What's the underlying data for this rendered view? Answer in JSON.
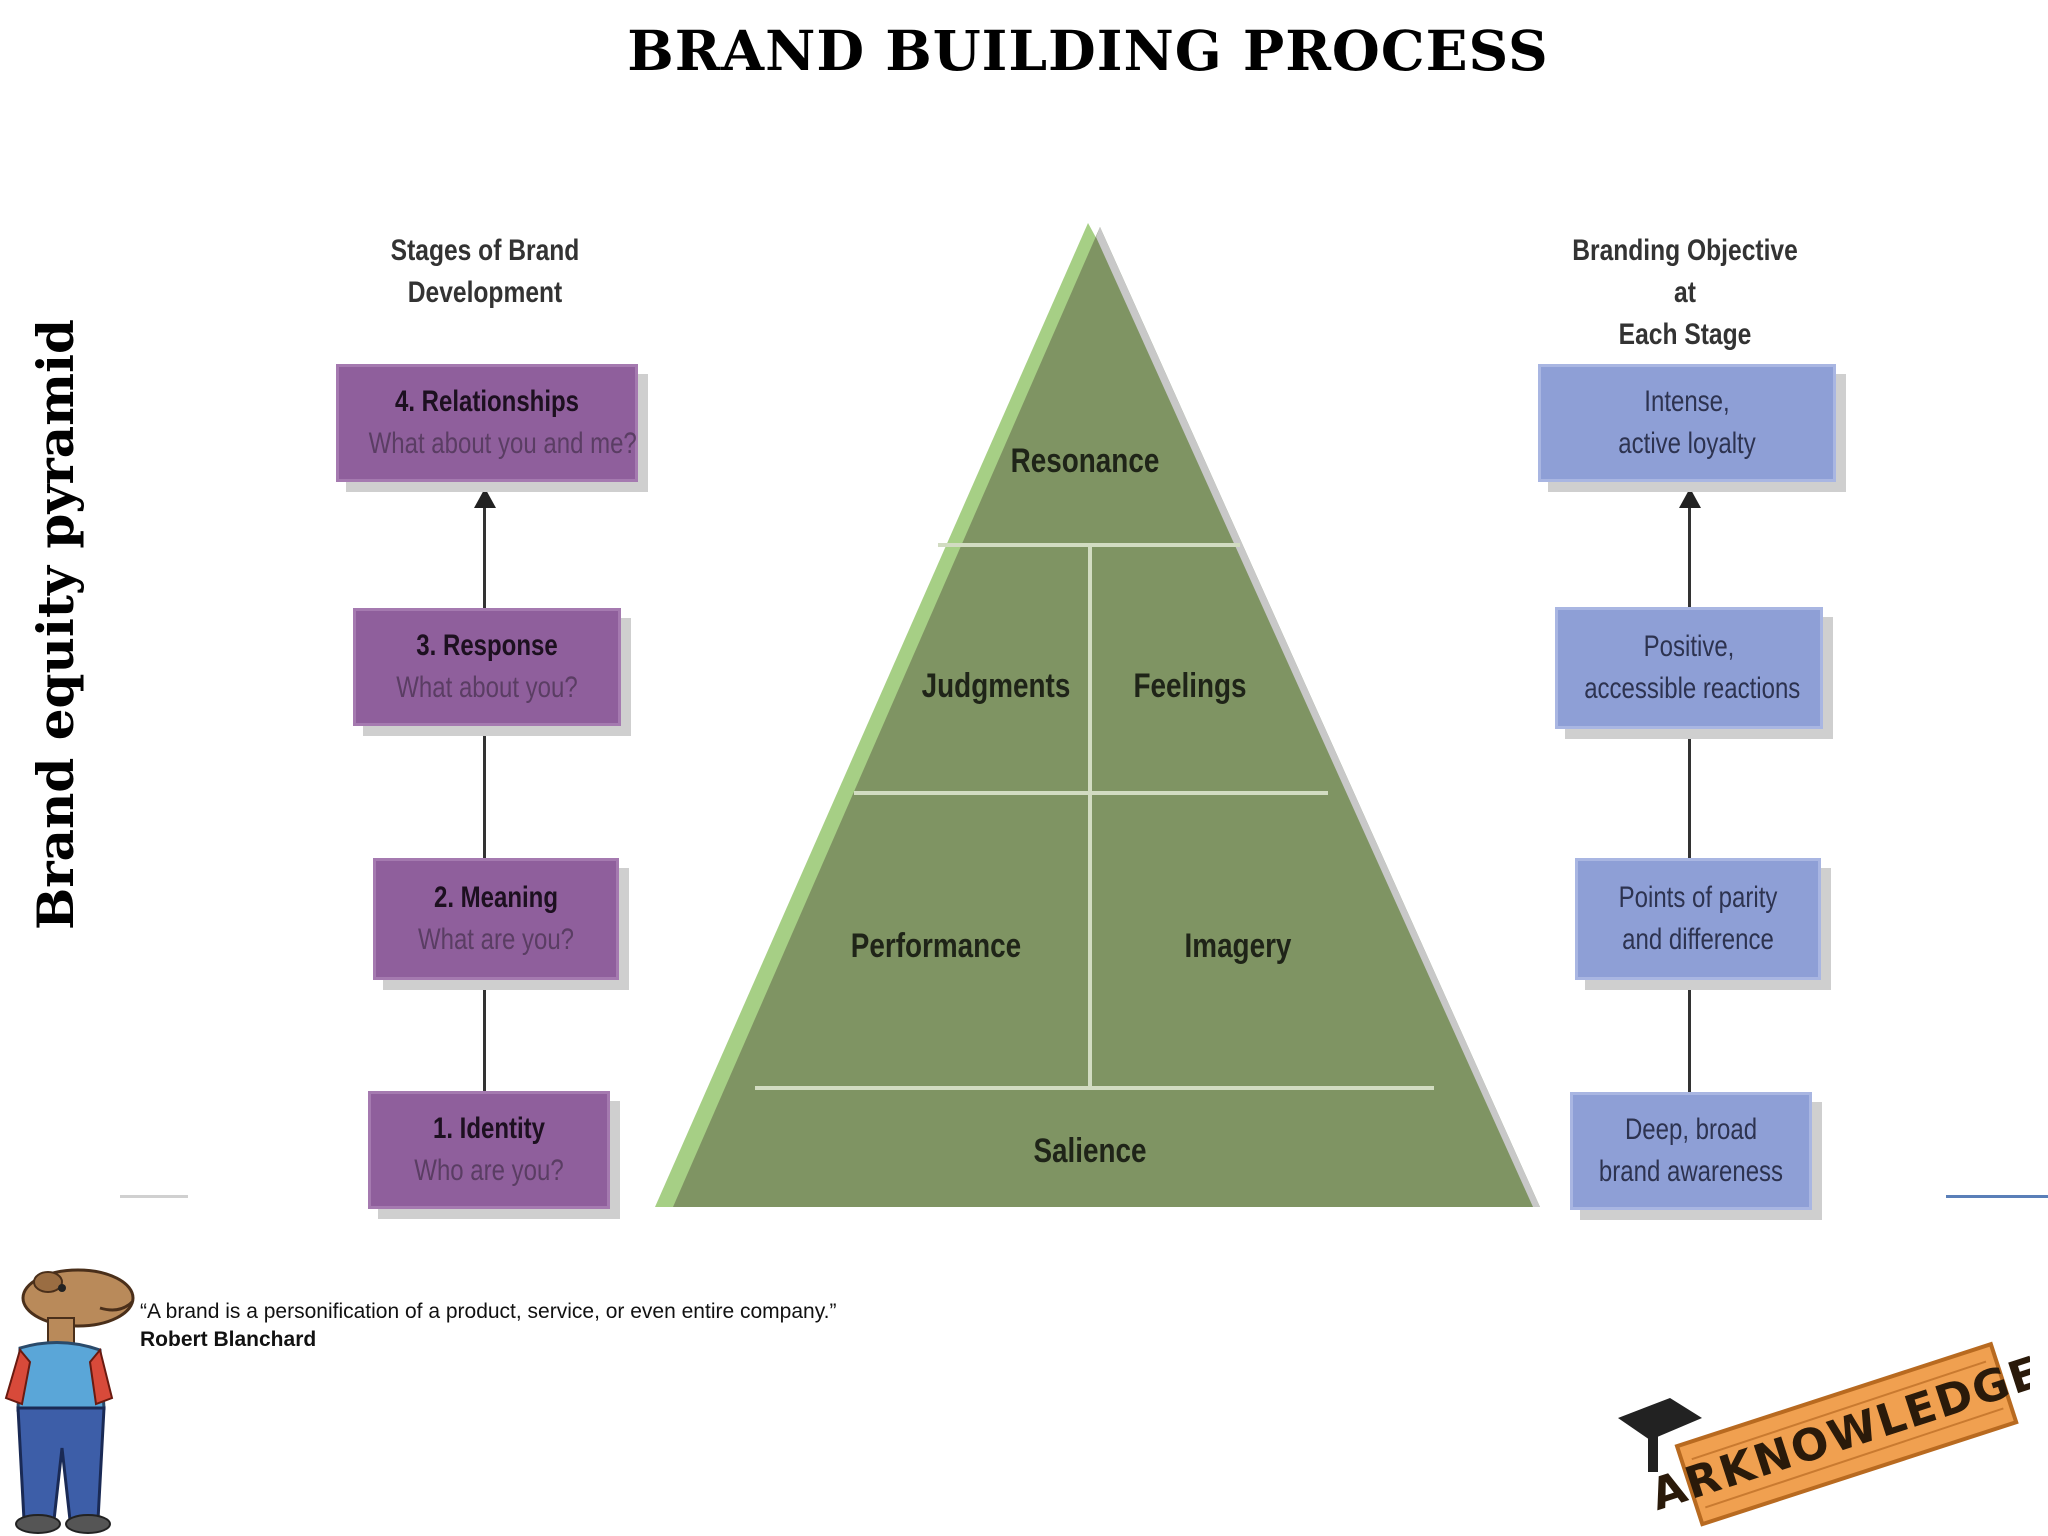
{
  "title": "BRAND BUILDING PROCESS",
  "side_title": "Brand equity pyramid",
  "left_column": {
    "heading_line1": "Stages of Brand",
    "heading_line2": "Development",
    "stages": [
      {
        "line1": "4.  Relationships",
        "line2": "What about you and me?"
      },
      {
        "line1": "3.  Response",
        "line2": "What about you?"
      },
      {
        "line1": "2.  Meaning",
        "line2": "What are you?"
      },
      {
        "line1": "1.  Identity",
        "line2": "Who are you?"
      }
    ]
  },
  "right_column": {
    "heading_line1": "Branding Objective at",
    "heading_line2": "Each Stage",
    "objectives": [
      {
        "line1": "Intense,",
        "line2": "active loyalty"
      },
      {
        "line1": "Positive,",
        "line2": "accessible reactions"
      },
      {
        "line1": "Points of parity",
        "line2": "and difference"
      },
      {
        "line1": "Deep, broad",
        "line2": "brand awareness"
      }
    ]
  },
  "pyramid": {
    "resonance": "Resonance",
    "judgments": "Judgments",
    "feelings": "Feelings",
    "performance": "Performance",
    "imagery": "Imagery",
    "salience": "Salience"
  },
  "quote": {
    "text": "“A brand is a personification of a product, service, or even entire company.”",
    "author": "Robert Blanchard"
  },
  "logo_text": "ARKNOWLEDGE",
  "colors": {
    "pyramid_fill": "#7f9463",
    "pyramid_edge_light": "#a6cf85",
    "stage_box": "#8f5f9c",
    "objective_box": "#8e9fd6",
    "logo_orange": "#f0a050"
  }
}
